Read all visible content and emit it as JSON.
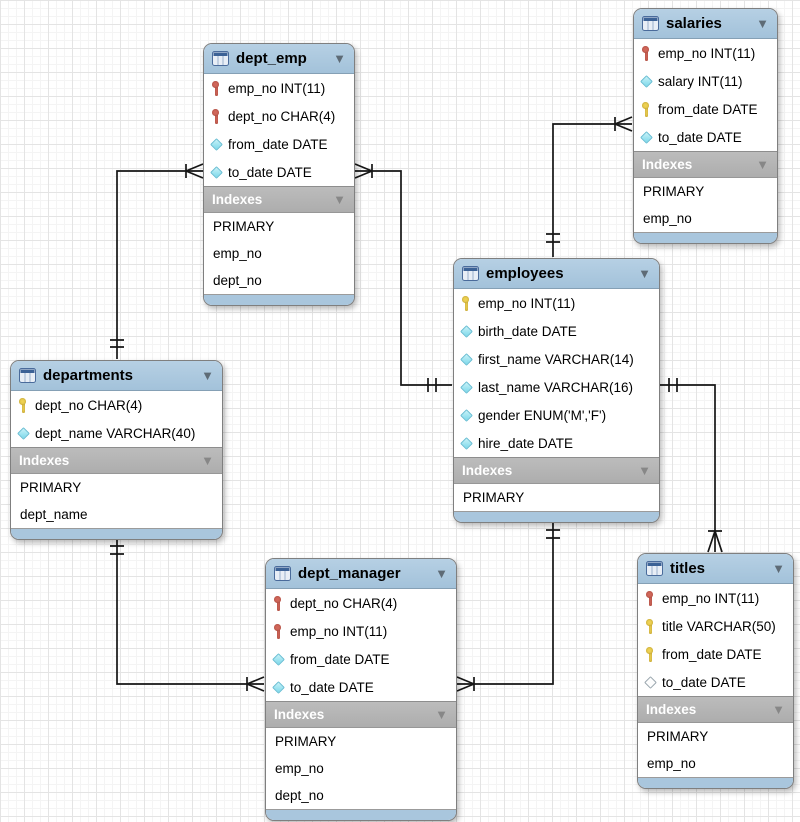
{
  "diagram": {
    "tables": [
      {
        "name": "dept_emp",
        "indexes_label": "Indexes",
        "columns": [
          {
            "text": "emp_no INT(11)",
            "icon": "red-key"
          },
          {
            "text": "dept_no CHAR(4)",
            "icon": "red-key"
          },
          {
            "text": "from_date DATE",
            "icon": "cyan-diamond"
          },
          {
            "text": "to_date DATE",
            "icon": "cyan-diamond"
          }
        ],
        "indexes": [
          "PRIMARY",
          "emp_no",
          "dept_no"
        ]
      },
      {
        "name": "salaries",
        "indexes_label": "Indexes",
        "columns": [
          {
            "text": "emp_no INT(11)",
            "icon": "red-key"
          },
          {
            "text": "salary INT(11)",
            "icon": "cyan-diamond"
          },
          {
            "text": "from_date DATE",
            "icon": "yellow-key"
          },
          {
            "text": "to_date DATE",
            "icon": "cyan-diamond"
          }
        ],
        "indexes": [
          "PRIMARY",
          "emp_no"
        ]
      },
      {
        "name": "employees",
        "indexes_label": "Indexes",
        "columns": [
          {
            "text": "emp_no INT(11)",
            "icon": "yellow-key"
          },
          {
            "text": "birth_date DATE",
            "icon": "cyan-diamond"
          },
          {
            "text": "first_name VARCHAR(14)",
            "icon": "cyan-diamond"
          },
          {
            "text": "last_name VARCHAR(16)",
            "icon": "cyan-diamond"
          },
          {
            "text": "gender ENUM('M','F')",
            "icon": "cyan-diamond"
          },
          {
            "text": "hire_date DATE",
            "icon": "cyan-diamond"
          }
        ],
        "indexes": [
          "PRIMARY"
        ]
      },
      {
        "name": "departments",
        "indexes_label": "Indexes",
        "columns": [
          {
            "text": "dept_no CHAR(4)",
            "icon": "yellow-key"
          },
          {
            "text": "dept_name VARCHAR(40)",
            "icon": "cyan-diamond"
          }
        ],
        "indexes": [
          "PRIMARY",
          "dept_name"
        ]
      },
      {
        "name": "dept_manager",
        "indexes_label": "Indexes",
        "columns": [
          {
            "text": "dept_no CHAR(4)",
            "icon": "red-key"
          },
          {
            "text": "emp_no INT(11)",
            "icon": "red-key"
          },
          {
            "text": "from_date DATE",
            "icon": "cyan-diamond"
          },
          {
            "text": "to_date DATE",
            "icon": "cyan-diamond"
          }
        ],
        "indexes": [
          "PRIMARY",
          "emp_no",
          "dept_no"
        ]
      },
      {
        "name": "titles",
        "indexes_label": "Indexes",
        "columns": [
          {
            "text": "emp_no INT(11)",
            "icon": "red-key"
          },
          {
            "text": "title VARCHAR(50)",
            "icon": "yellow-key"
          },
          {
            "text": "from_date DATE",
            "icon": "yellow-key"
          },
          {
            "text": "to_date DATE",
            "icon": "white-diamond"
          }
        ],
        "indexes": [
          "PRIMARY",
          "emp_no"
        ]
      }
    ],
    "relationships": [
      {
        "from_table": "dept_emp",
        "to_table": "departments",
        "from_end": "many-mandatory",
        "to_end": "one-mandatory"
      },
      {
        "from_table": "dept_emp",
        "to_table": "employees",
        "from_end": "many-mandatory",
        "to_end": "one-mandatory"
      },
      {
        "from_table": "salaries",
        "to_table": "employees",
        "from_end": "many-mandatory",
        "to_end": "one-mandatory"
      },
      {
        "from_table": "titles",
        "to_table": "employees",
        "from_end": "many-mandatory",
        "to_end": "one-mandatory"
      },
      {
        "from_table": "dept_manager",
        "to_table": "employees",
        "from_end": "many-mandatory",
        "to_end": "one-mandatory"
      },
      {
        "from_table": "dept_manager",
        "to_table": "departments",
        "from_end": "many-mandatory",
        "to_end": "one-mandatory"
      }
    ],
    "colors": {
      "header_blue": "#a9c6dd",
      "indexes_gray": "#b1b1b1",
      "primary_key_icon": "#eed254",
      "foreign_key_icon": "#d2685b",
      "not_null_icon": "#7cd8ea",
      "line": "#161616"
    }
  }
}
